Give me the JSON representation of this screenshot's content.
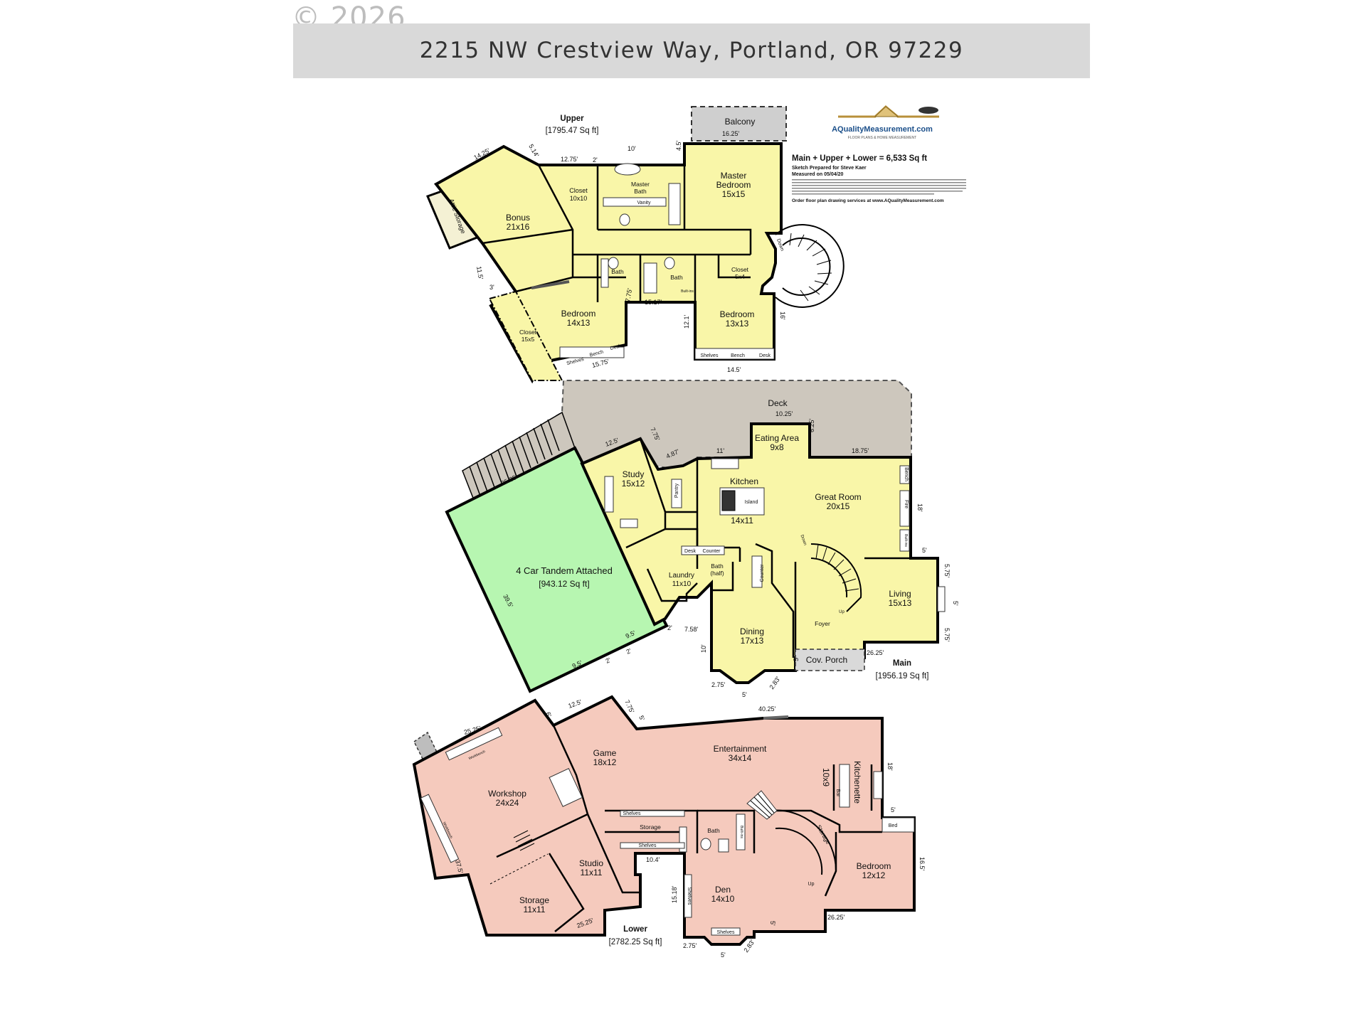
{
  "watermark": "© 2026",
  "header": {
    "address": "2215 NW Crestview Way, Portland, OR 97229"
  },
  "logo": {
    "name": "AQualityMeasurement.com",
    "tagline": "FLOOR PLANS & HOME MEASUREMENT"
  },
  "info": {
    "total": "Main + Upper + Lower = 6,533 Sq ft",
    "prepared": "Sketch Prepared for Steve Kaer",
    "measured": "Measured on 05/04/20",
    "order": "Order floor plan drawing services at www.AQualityMeasurement.com"
  },
  "levels": {
    "upper": {
      "label": "Upper",
      "area": "[1795.47 Sq ft]"
    },
    "main": {
      "label": "Main",
      "area": "[1956.19 Sq ft]"
    },
    "lower": {
      "label": "Lower",
      "area": "[2782.25 Sq ft]"
    },
    "garage": {
      "label": "4 Car Tandem Attached",
      "area": "[943.12 Sq ft]"
    }
  },
  "upper_rooms": {
    "balcony": "Balcony",
    "master_bedroom": "Master",
    "master_bedroom_2": "Bedroom",
    "master_bedroom_size": "15x15",
    "master_bath": "Master",
    "master_bath_2": "Bath",
    "vanity": "Vanity",
    "closet": "Closet",
    "closet_size": "10x10",
    "bonus": "Bonus",
    "bonus_size": "21x16",
    "attic": "Attic Storage",
    "bath_a": "Bath",
    "bath_b": "Bath",
    "builtins": "Built-ins",
    "closet2": "Closet",
    "closet2_size": "5x4",
    "bedroom_a": "Bedroom",
    "bedroom_a_size": "14x13",
    "bedroom_b": "Bedroom",
    "bedroom_b_size": "13x13",
    "closet3": "Closet",
    "closet3_size": "15x5",
    "shelves": "Shelves",
    "bench": "Bench",
    "desk": "Desk",
    "down": "Down"
  },
  "main_rooms": {
    "deck": "Deck",
    "eating": "Eating Area",
    "eating_size": "9x8",
    "study": "Study",
    "study_size": "15x12",
    "pantry": "Pantry",
    "kitchen": "Kitchen",
    "kitchen_size": "14x11",
    "island": "Island",
    "great_room": "Great Room",
    "great_room_size": "20x15",
    "laundry": "Laundry",
    "laundry_size": "11x10",
    "bath_half": "Bath",
    "bath_half_2": "(half)",
    "desk": "Desk",
    "counter": "Counter",
    "dining": "Dining",
    "dining_size": "17x13",
    "foyer": "Foyer",
    "living": "Living",
    "living_size": "15x13",
    "porch": "Cov. Porch",
    "bench": "Bench",
    "fire": "Fire",
    "builtins": "Built-ins",
    "up": "Up",
    "down": "Down"
  },
  "lower_rooms": {
    "game": "Game",
    "game_size": "18x12",
    "entertainment": "Entertainment",
    "entertainment_size": "34x14",
    "kitchenette": "Kitchenette",
    "kitchenette_size": "10x9",
    "workshop": "Workshop",
    "workshop_size": "24x24",
    "workbench": "Workbench",
    "studio": "Studio",
    "studio_size": "11x11",
    "storage": "Storage",
    "storage_size": "11x11",
    "storage2": "Storage",
    "storage3": "Storage",
    "shelves": "Shelves",
    "bath": "Bath",
    "builtins": "Built-ins",
    "den": "Den",
    "den_size": "14x10",
    "bedroom": "Bedroom",
    "bedroom_size": "12x12",
    "bed": "Bed",
    "bar": "Bar",
    "up": "Up"
  },
  "dims": {
    "u1": "14.25'",
    "u2": "5.14'",
    "u3": "12.75'",
    "u4": "2'",
    "u5": "10'",
    "u6": "4.5'",
    "u7": "16.25'",
    "u8": "11.5'",
    "u9": "3'",
    "u10": "7.75'",
    "u11": "15.17'",
    "u12": "12.1'",
    "u13": "16'",
    "u14": "14.5'",
    "u15": "15.75'",
    "m1": "10.25'",
    "m2": "12.5'",
    "m3": "7.75'",
    "m4": "4.87'",
    "m5": "6.25'",
    "m6": "11'",
    "m7": "18.75'",
    "m8": "25.25'",
    "m9": "18'",
    "m10": "5'",
    "m11": "5.75'",
    "m12": "5'",
    "m13": "5.75'",
    "m14": "39.5'",
    "m15": "9.5'",
    "m16": "9.5'",
    "m17": "2'",
    "m18": "2'",
    "m19": "7.58'",
    "m20": "10'",
    "m21": "2.75'",
    "m22": "5'",
    "m23": "2.83'",
    "m24": "26.25'",
    "m25": "5'",
    "m26": "2'",
    "l1": "25.25'",
    "l2": "12.5'",
    "l3": "6'",
    "l4": "7.75'",
    "l5": "5'",
    "l6": "40.25'",
    "l7": "18'",
    "l8": "5'",
    "l9": "10.4'",
    "l10": "16.5'",
    "l11": "37.5'",
    "l12": "25.25'",
    "l13": "15.18'",
    "l14": "26.25'",
    "l15": "5'",
    "l16": "2.75'",
    "l17": "5'",
    "l18": "2.83'"
  }
}
